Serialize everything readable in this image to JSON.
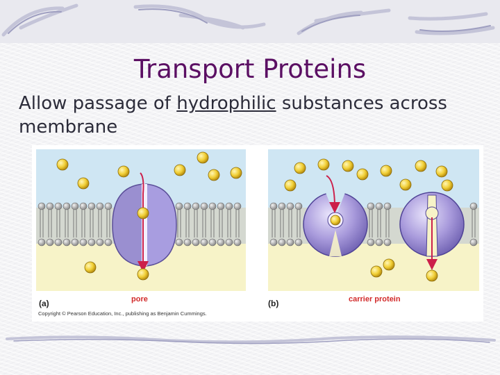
{
  "slide": {
    "title": "Transport Proteins",
    "subtitle_before": "Allow passage of ",
    "subtitle_keyword": "hydrophilic",
    "subtitle_after": " substances across membrane"
  },
  "figure": {
    "panel_a_label": "(a)",
    "panel_b_label": "(b)",
    "pore_label": "pore",
    "carrier_label": "carrier protein",
    "copyright": "Copyright © Pearson Education, Inc., publishing as Benjamin Cummings."
  },
  "colors": {
    "title": "#5b0f63",
    "label_red": "#d22a2a",
    "extracellular": "#cfe6f3",
    "cytoplasm": "#f7f3c8",
    "protein": "#9a8fd0",
    "solute": "#f1cf36"
  }
}
